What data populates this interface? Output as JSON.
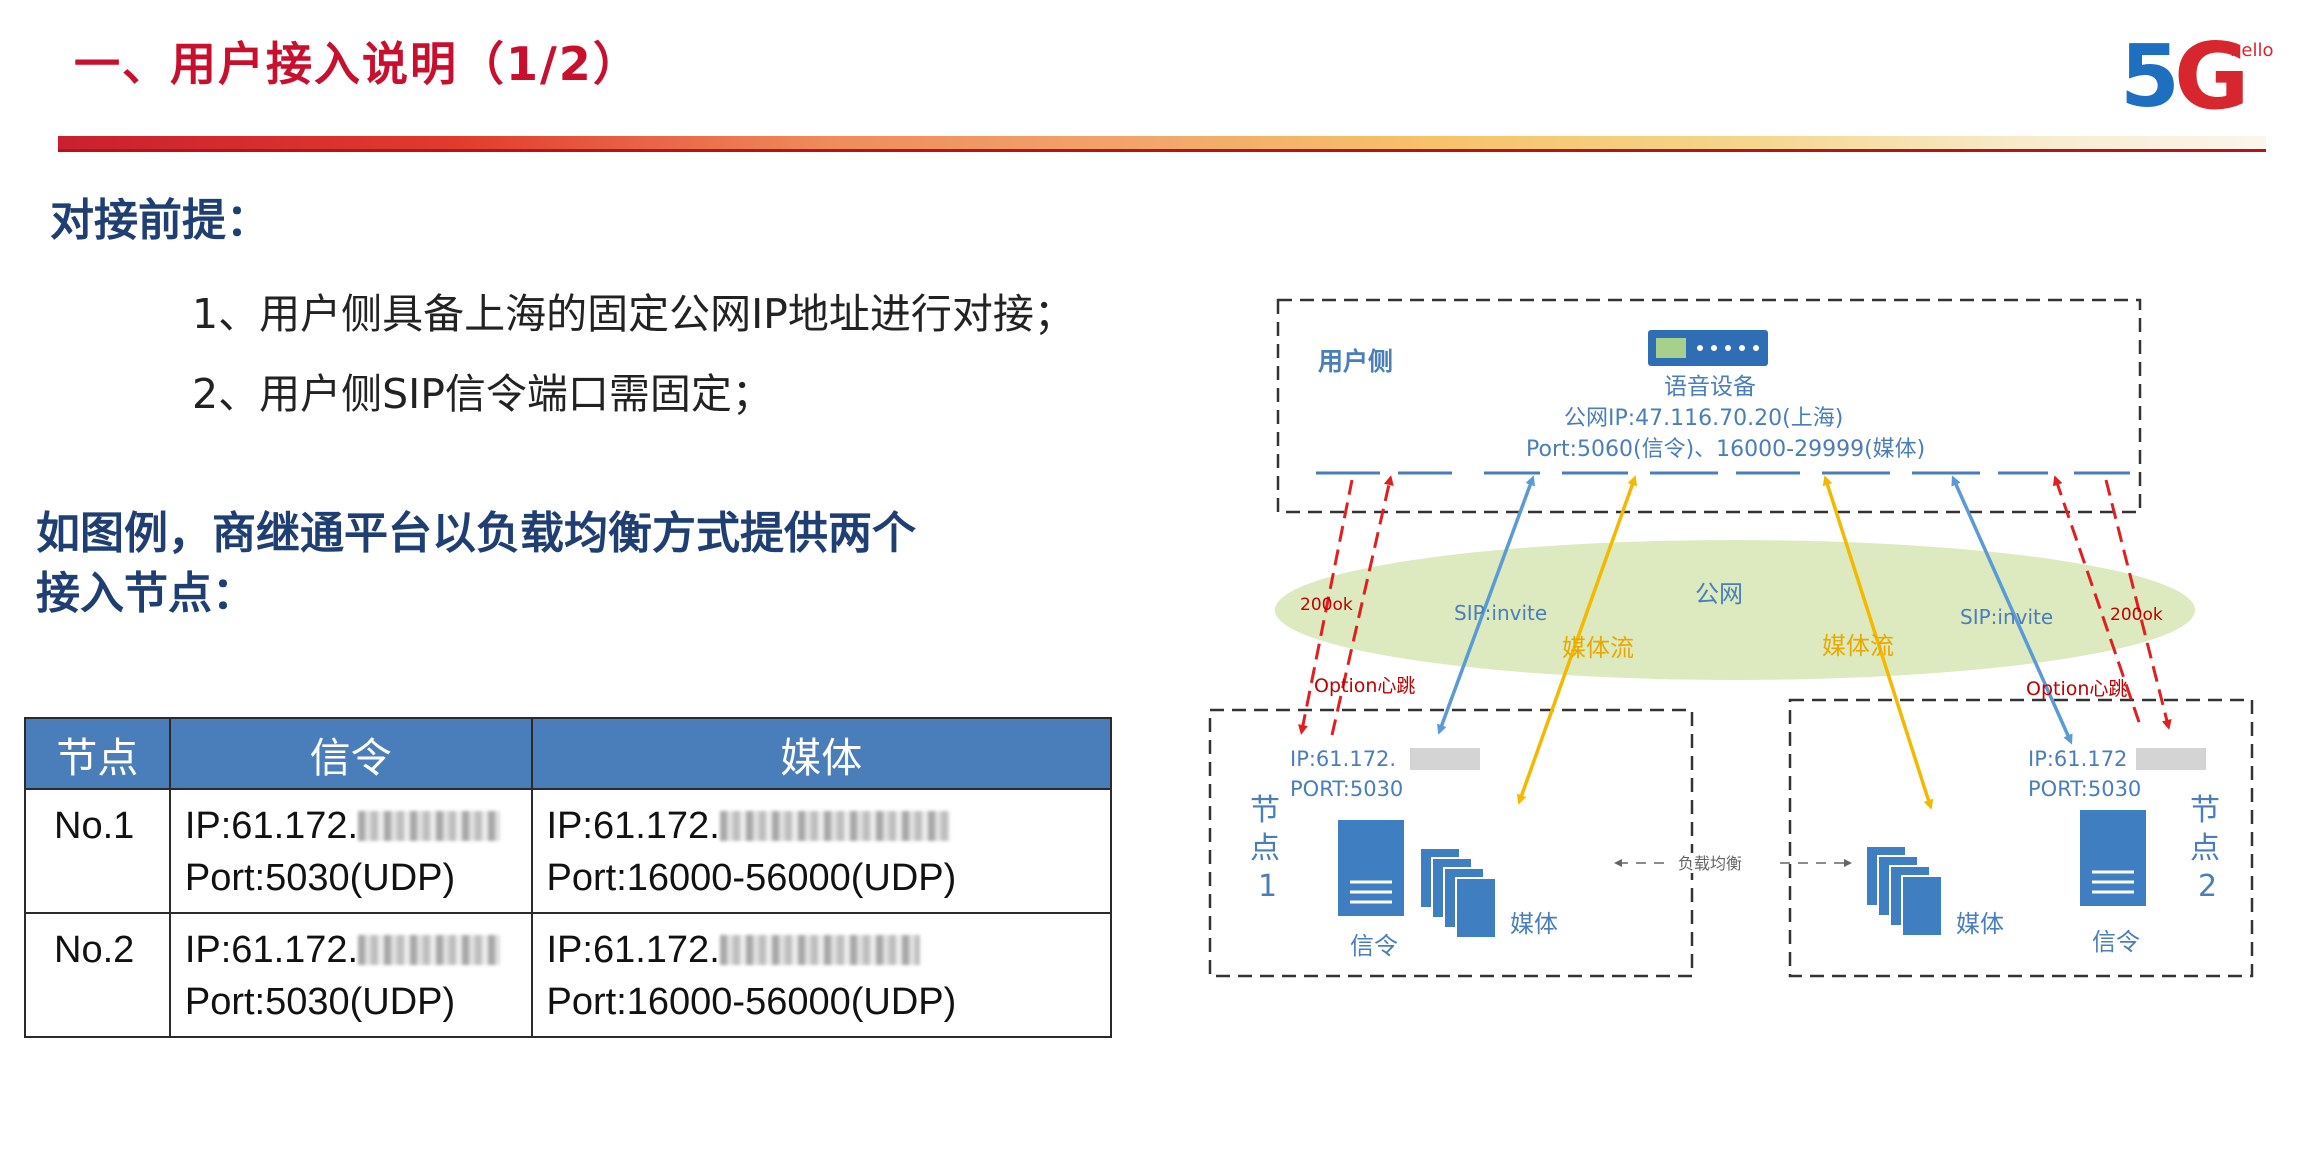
{
  "page": {
    "title": "一、用户接入说明（1/2）",
    "logo": {
      "big_text": "5G",
      "small_text": "hello"
    }
  },
  "prereq": {
    "heading": "对接前提：",
    "items": [
      "1、用户侧具备上海的固定公网IP地址进行对接；",
      "2、用户侧SIP信令端口需固定；"
    ]
  },
  "example": {
    "heading_line1": "如图例，商继通平台以负载均衡方式提供两个",
    "heading_line2": "接入节点："
  },
  "table": {
    "headers": [
      "节点",
      "信令",
      "媒体"
    ],
    "rows": [
      {
        "node": "No.1",
        "sig_ip": "IP:61.172.",
        "sig_port": "Port:5030(UDP)",
        "media_ip": "IP:61.172.",
        "media_port": "Port:16000-56000(UDP)"
      },
      {
        "node": "No.2",
        "sig_ip": "IP:61.172.",
        "sig_port": "Port:5030(UDP)",
        "media_ip": "IP:61.172.",
        "media_port": "Port:16000-56000(UDP)"
      }
    ]
  },
  "diagram": {
    "user_side_label": "用户侧",
    "device_label": "语音设备",
    "device_ip": "公网IP:47.116.70.20(上海)",
    "device_port": "Port:5060(信令)、16000-29999(媒体)",
    "cloud_label": "公网",
    "sip_invite": "SIP:invite",
    "ok_200": "200ok",
    "option_heartbeat": "Option心跳",
    "media_stream": "媒体流",
    "node1": {
      "label_chars": [
        "节",
        "点",
        "1"
      ],
      "ip": "IP:61.172.",
      "port": "PORT:5030",
      "signal": "信令",
      "media": "媒体"
    },
    "node2": {
      "label_chars": [
        "节",
        "点",
        "2"
      ],
      "ip": "IP:61.172",
      "port": "PORT:5030",
      "signal": "信令",
      "media": "媒体"
    },
    "load_balance": "负载均衡",
    "colors": {
      "sip": "#5b9bd5",
      "heartbeat": "#e02020",
      "media": "#f5b800",
      "cloud": "#d9e8b8",
      "server": "#3f7fc1"
    }
  }
}
